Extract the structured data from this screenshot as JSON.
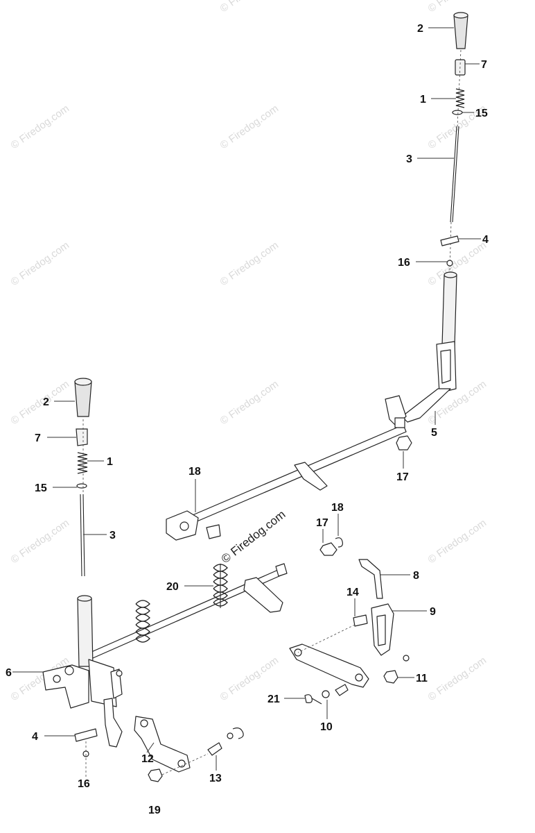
{
  "watermark": "© Firedog.com",
  "callouts": {
    "c2_top": "2",
    "c7_top": "7",
    "c1_top": "1",
    "c15_top": "15",
    "c3_top": "3",
    "c4_top": "4",
    "c16_top": "16",
    "c5": "5",
    "c17_right": "17",
    "c2_left": "2",
    "c7_left": "7",
    "c1_left": "1",
    "c15_left": "15",
    "c3_left": "3",
    "c18_left": "18",
    "c18_mid": "18",
    "c17_mid": "17",
    "c8": "8",
    "c20": "20",
    "c14": "14",
    "c9": "9",
    "c6": "6",
    "c11": "11",
    "c21": "21",
    "c10": "10",
    "c4_left": "4",
    "c12": "12",
    "c13": "13",
    "c16_left": "16",
    "c19": "19"
  }
}
